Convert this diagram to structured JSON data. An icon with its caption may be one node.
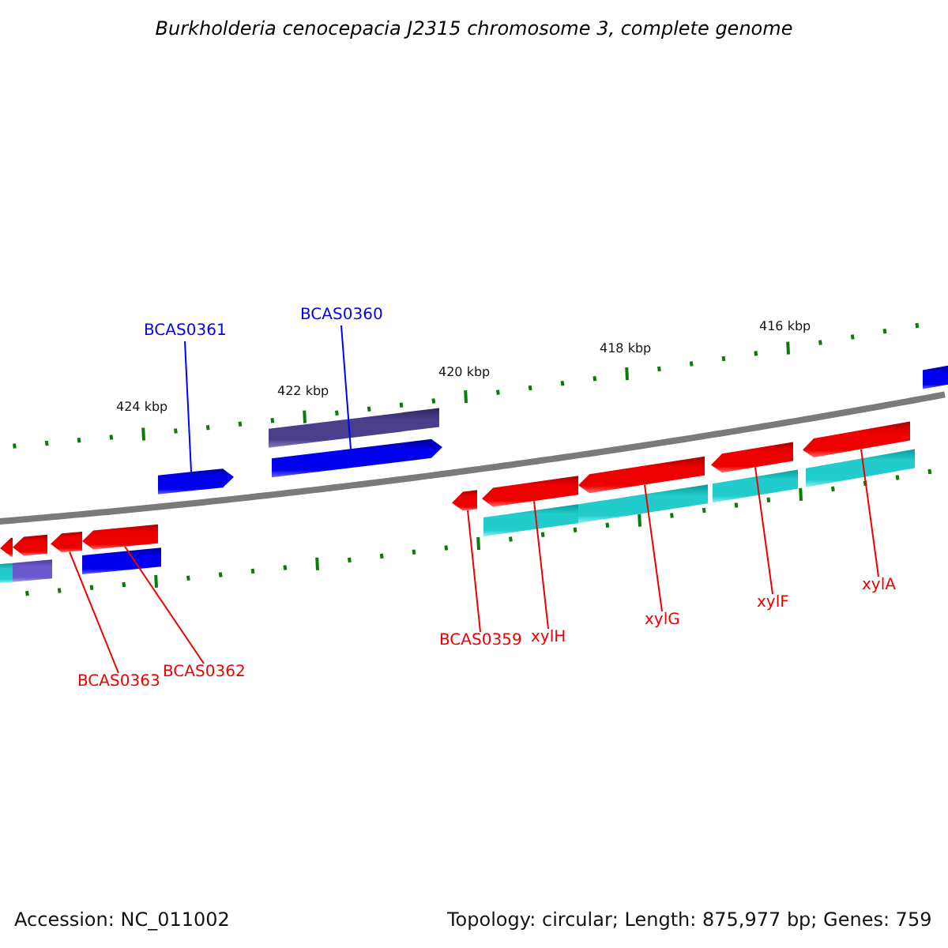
{
  "diagram": {
    "title": "Burkholderia cenocepacia J2315 chromosome 3, complete genome",
    "nodes": [
      {
        "text": [
          "BCAS0361"
        ]
      },
      {
        "text": [
          "BCAS0360"
        ]
      },
      {
        "text": [
          "BCAS0363"
        ]
      },
      {
        "text": [
          "BCAS0362"
        ]
      },
      {
        "text": [
          "BCAS0359"
        ]
      },
      {
        "text": [
          "xylH"
        ]
      },
      {
        "text": [
          "xylG"
        ]
      },
      {
        "text": [
          "xylF"
        ]
      },
      {
        "text": [
          "xylA"
        ]
      },
      {
        "text": [],
        "shape": "pentagon"
      },
      {
        "text": [],
        "shape": "pentagon"
      },
      {
        "text": [],
        "shape": "pentagon"
      },
      {
        "text": [],
        "shape": "pentagon"
      },
      {
        "text": [],
        "shape": "pentagon"
      },
      {
        "text": [],
        "shape": "pentagon"
      },
      {
        "text": [],
        "shape": "pentagon"
      },
      {
        "text": [],
        "shape": "pentagon"
      },
      {
        "text": [],
        "shape": "pentagon"
      }
    ],
    "edges": [
      {
        "from": 0,
        "to": 11,
        "arrow": "none",
        "color": "#0000ff"
      },
      {
        "from": 1,
        "to": 12,
        "arrow": "none",
        "color": "#0000ff"
      },
      {
        "from": 2,
        "to": 9,
        "arrow": "none"
      },
      {
        "from": 3,
        "to": 10,
        "arrow": "none"
      },
      {
        "from": 4,
        "to": 13,
        "arrow": "none"
      },
      {
        "from": 5,
        "to": 14,
        "arrow": "none"
      },
      {
        "from": 6,
        "to": 15,
        "arrow": "none"
      },
      {
        "from": 7,
        "to": 16,
        "arrow": "none"
      },
      {
        "from": 8,
        "to": 17,
        "arrow": "none"
      }
    ],
    "labels": [
      "424 kbp",
      "422 kbp",
      "420 kbp",
      "418 kbp",
      "416 kbp",
      "Accession: NC_011002",
      "Topology: circular; Length: 875,977 bp; Genes: 759"
    ]
  }
}
